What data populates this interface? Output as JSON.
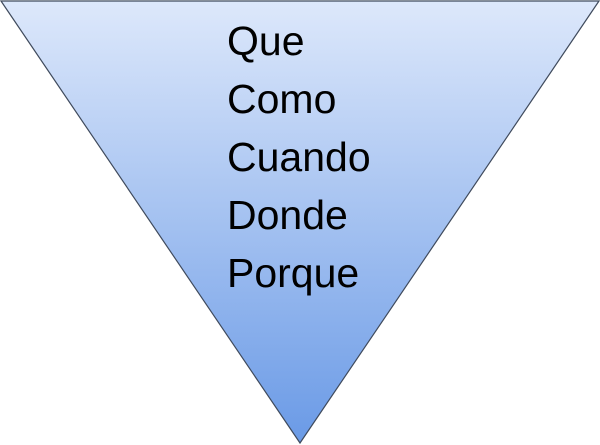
{
  "diagram": {
    "shape": "inverted-triangle",
    "colors": {
      "fill_top": "#dde8fb",
      "fill_bottom": "#6a9ae6",
      "outline": "#3f4a5c",
      "text": "#000000"
    },
    "words": [
      "Que",
      "Como",
      "Cuando",
      "Donde",
      "Porque"
    ]
  }
}
